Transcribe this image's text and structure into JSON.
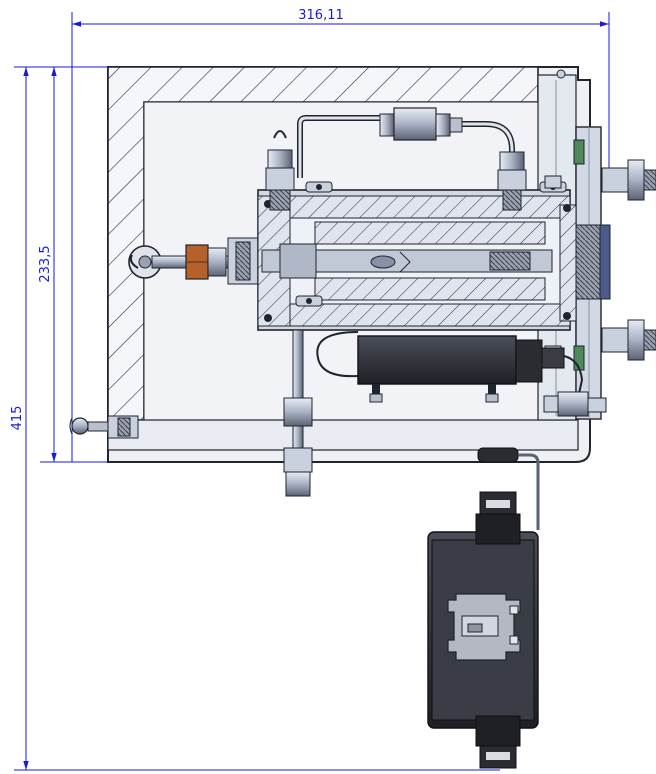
{
  "dimensions": {
    "width_label": "316,11",
    "height_label": "233,5",
    "total_height_label": "415"
  },
  "colors": {
    "dimension": "#1a1adc",
    "steel_dark": "#3c4455",
    "steel_mid": "#8892a6",
    "steel_light": "#c9d0de",
    "steel_pale": "#e6eaf2",
    "hatch_fill": "#f4f6fa",
    "enclosure_inner": "#eef0f4",
    "copper": "#b5622a",
    "black_part": "#1f2024",
    "terminal_grey": "#b4b8c0",
    "outline": "#20242c"
  }
}
